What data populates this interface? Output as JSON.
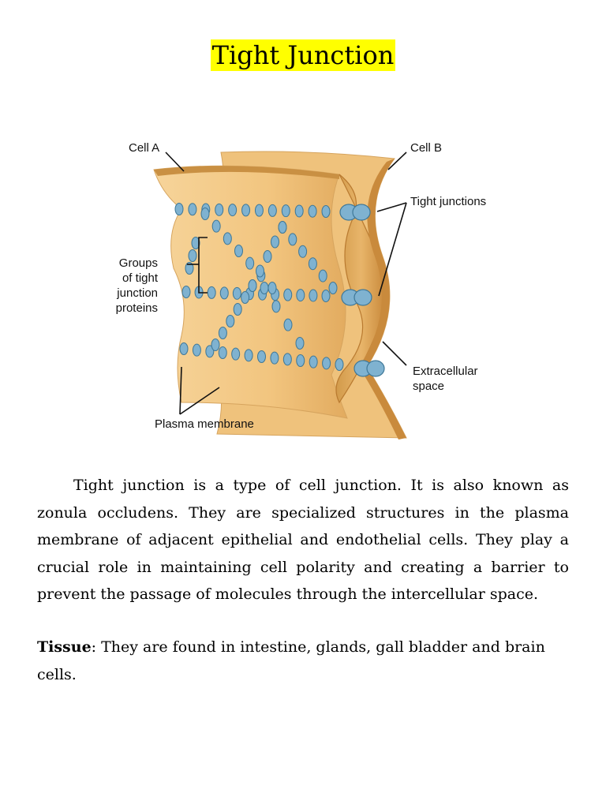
{
  "title": "Tight Junction",
  "figure": {
    "labels": {
      "cell_a": "Cell A",
      "cell_b": "Cell B",
      "tight_junctions": "Tight junctions",
      "groups_line1": "Groups",
      "groups_line2": "of tight",
      "groups_line3": "junction",
      "groups_line4": "proteins",
      "extracellular_line1": "Extracellular",
      "extracellular_line2": "space",
      "plasma_membrane": "Plasma membrane"
    },
    "colors": {
      "membrane": "#f2c57f",
      "membrane_dark": "#c99043",
      "protein": "#7fb2d0",
      "protein_dark": "#3f7898"
    }
  },
  "paragraph": "Tight junction is a type of cell junction. It is also known as zonula occludens. They are specialized structures in the plasma membrane of adjacent epithelial and endothelial cells. They play a crucial role in maintaining cell polarity and creating a barrier to prevent the passage of molecules through the intercellular space.",
  "tissue": {
    "label": "Tissue",
    "text": ": They are found in intestine, glands, gall bladder and brain cells."
  }
}
